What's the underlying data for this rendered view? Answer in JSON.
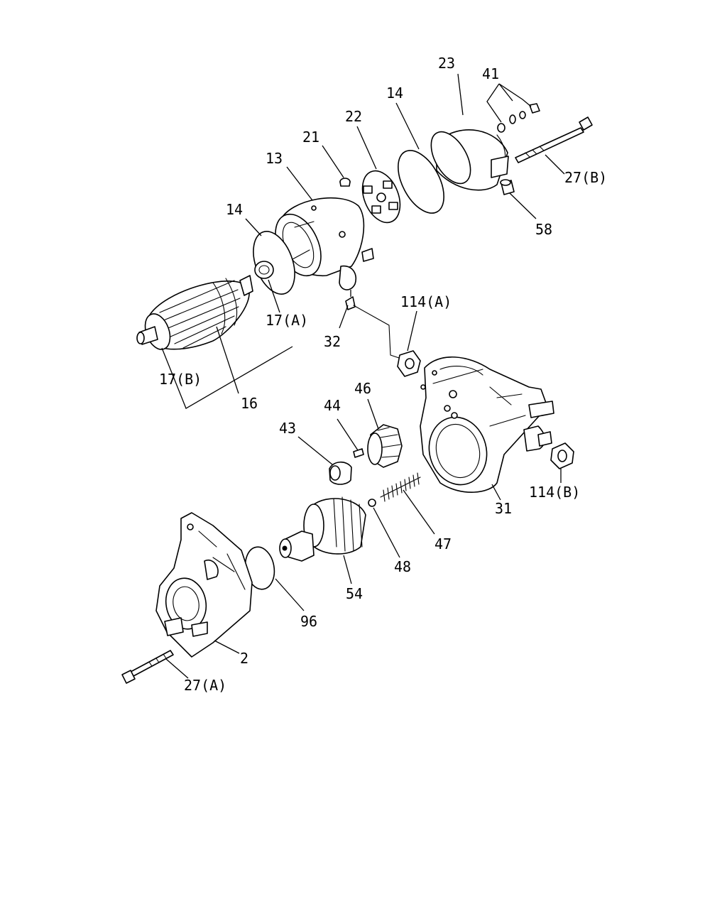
{
  "colors": {
    "line": "#000000",
    "background": "#ffffff"
  },
  "callouts": {
    "c23": "23",
    "c41": "41",
    "c14_top": "14",
    "c22": "22",
    "c21": "21",
    "c13": "13",
    "c27b": "27(B)",
    "c14_left": "14",
    "c58": "58",
    "c114a": "114(A)",
    "c17a": "17(A)",
    "c32": "32",
    "c17b": "17(B)",
    "c16": "16",
    "c46": "46",
    "c44": "44",
    "c43": "43",
    "c114b": "114(B)",
    "c31": "31",
    "c47": "47",
    "c48": "48",
    "c54": "54",
    "c96": "96",
    "c2": "2",
    "c27a": "27(A)"
  }
}
